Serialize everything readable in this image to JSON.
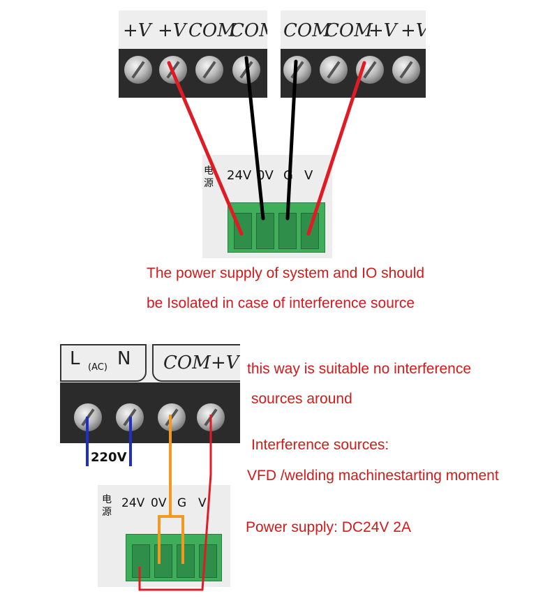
{
  "top_left_labels": [
    "+V",
    "+V",
    "COM",
    "COM"
  ],
  "top_right_labels": [
    "COM",
    "COM",
    "+V",
    "+V"
  ],
  "controller_top": {
    "cn_char_1": "电",
    "cn_char_2": "源",
    "pins": [
      "24V",
      "0V",
      "G",
      "V"
    ]
  },
  "bottom_supply_labels": {
    "L": "L",
    "N": "N",
    "ac": "(AC)",
    "com": "COM",
    "v": "+V"
  },
  "voltage_label": "220V",
  "controller_bottom": {
    "cn_char_1": "电",
    "cn_char_2": "源",
    "pins": [
      "24V",
      "0V",
      "G",
      "V"
    ]
  },
  "notes": {
    "isolation_line_1": "The power supply of system and IO should",
    "isolation_line_2": "be Isolated in case of interference source",
    "no_interference_line_1": "this way is suitable no interference",
    "no_interference_line_2": "sources around",
    "interference_title": "Interference sources:",
    "interference_detail": "VFD /welding machinestarting moment",
    "power_supply": "Power supply: DC24V 2A"
  },
  "colors": {
    "positive_wire": "#e01b24",
    "ground_wire": "#000000",
    "ac_wire": "#1f2fc8",
    "com_wire": "#f29a1f",
    "text_red": "#d21a1a"
  }
}
